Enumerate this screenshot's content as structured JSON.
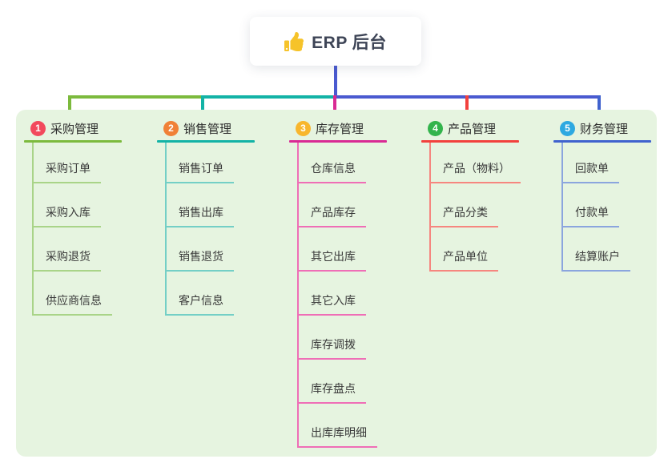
{
  "root": {
    "title": "ERP 后台",
    "icon": "thumbs-up-icon",
    "icon_color": "#f6c32a",
    "connector_color": "#4a5ad0"
  },
  "panel": {
    "background": "#e6f4e0"
  },
  "trunk": {
    "colors": [
      "#7cba3d",
      "#13b3a6",
      "#4a5ad0"
    ]
  },
  "branches": [
    {
      "number": "1",
      "label": "采购管理",
      "badge_color": "#f2495c",
      "line_color": "#7cba3d",
      "child_line_color": "#a9d488",
      "children": [
        "采购订单",
        "采购入库",
        "采购退货",
        "供应商信息"
      ]
    },
    {
      "number": "2",
      "label": "销售管理",
      "badge_color": "#f08137",
      "line_color": "#13b3a6",
      "child_line_color": "#74cfc6",
      "children": [
        "销售订单",
        "销售出库",
        "销售退货",
        "客户信息"
      ]
    },
    {
      "number": "3",
      "label": "库存管理",
      "badge_color": "#f8b62d",
      "line_color": "#d92a94",
      "child_line_color": "#ef6eb6",
      "children": [
        "仓库信息",
        "产品库存",
        "其它出库",
        "其它入库",
        "库存调拨",
        "库存盘点",
        "出库库明细"
      ]
    },
    {
      "number": "4",
      "label": "产品管理",
      "badge_color": "#33b44c",
      "line_color": "#f2413d",
      "child_line_color": "#f6867f",
      "children": [
        "产品（物料）",
        "产品分类",
        "产品单位"
      ]
    },
    {
      "number": "5",
      "label": "财务管理",
      "badge_color": "#2ea9e1",
      "line_color": "#4062ce",
      "child_line_color": "#8ba5de",
      "children": [
        "回款单",
        "付款单",
        "结算账户"
      ]
    }
  ]
}
